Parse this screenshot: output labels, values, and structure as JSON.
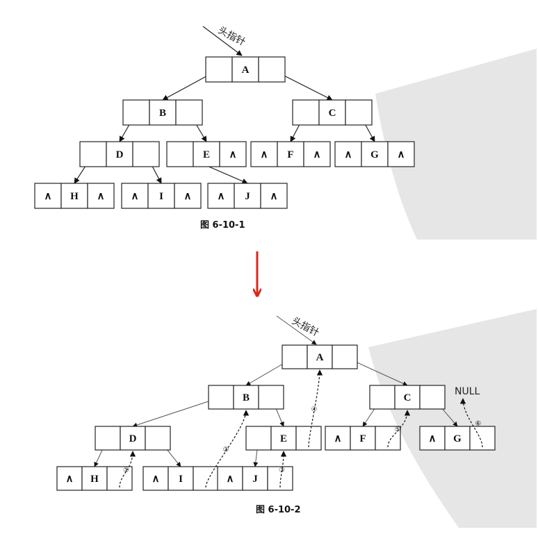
{
  "head_pointer_label": "头指针",
  "null_symbol": "∧",
  "null_label": "NULL",
  "figure1": {
    "caption": "图 6-10-1",
    "nodes": [
      {
        "id": "A",
        "left": "",
        "right": ""
      },
      {
        "id": "B",
        "left": "",
        "right": ""
      },
      {
        "id": "C",
        "left": "",
        "right": ""
      },
      {
        "id": "D",
        "left": "",
        "right": ""
      },
      {
        "id": "E",
        "left": "",
        "right": "∧"
      },
      {
        "id": "F",
        "left": "∧",
        "right": "∧"
      },
      {
        "id": "G",
        "left": "∧",
        "right": "∧"
      },
      {
        "id": "H",
        "left": "∧",
        "right": "∧"
      },
      {
        "id": "I",
        "left": "∧",
        "right": "∧"
      },
      {
        "id": "J",
        "left": "∧",
        "right": "∧"
      }
    ]
  },
  "figure2": {
    "caption": "图 6-10-2",
    "nodes": [
      {
        "id": "A",
        "left": "",
        "right": ""
      },
      {
        "id": "B",
        "left": "",
        "right": ""
      },
      {
        "id": "C",
        "left": "",
        "right": ""
      },
      {
        "id": "D",
        "left": "",
        "right": ""
      },
      {
        "id": "E",
        "left": "",
        "right": ""
      },
      {
        "id": "F",
        "left": "∧",
        "right": ""
      },
      {
        "id": "G",
        "left": "∧",
        "right": ""
      },
      {
        "id": "H",
        "left": "∧",
        "right": ""
      },
      {
        "id": "I",
        "left": "∧",
        "right": ""
      },
      {
        "id": "J",
        "left": "∧",
        "right": ""
      }
    ],
    "threads": [
      {
        "num": "①",
        "from": "H",
        "to": "D"
      },
      {
        "num": "②",
        "from": "I",
        "to": "B"
      },
      {
        "num": "③",
        "from": "J",
        "to": "E"
      },
      {
        "num": "④",
        "from": "E",
        "to": "A"
      },
      {
        "num": "⑤",
        "from": "F",
        "to": "C"
      },
      {
        "num": "⑥",
        "from": "G",
        "to": "NULL"
      }
    ]
  },
  "transition_arrow_color": "#e0241b"
}
